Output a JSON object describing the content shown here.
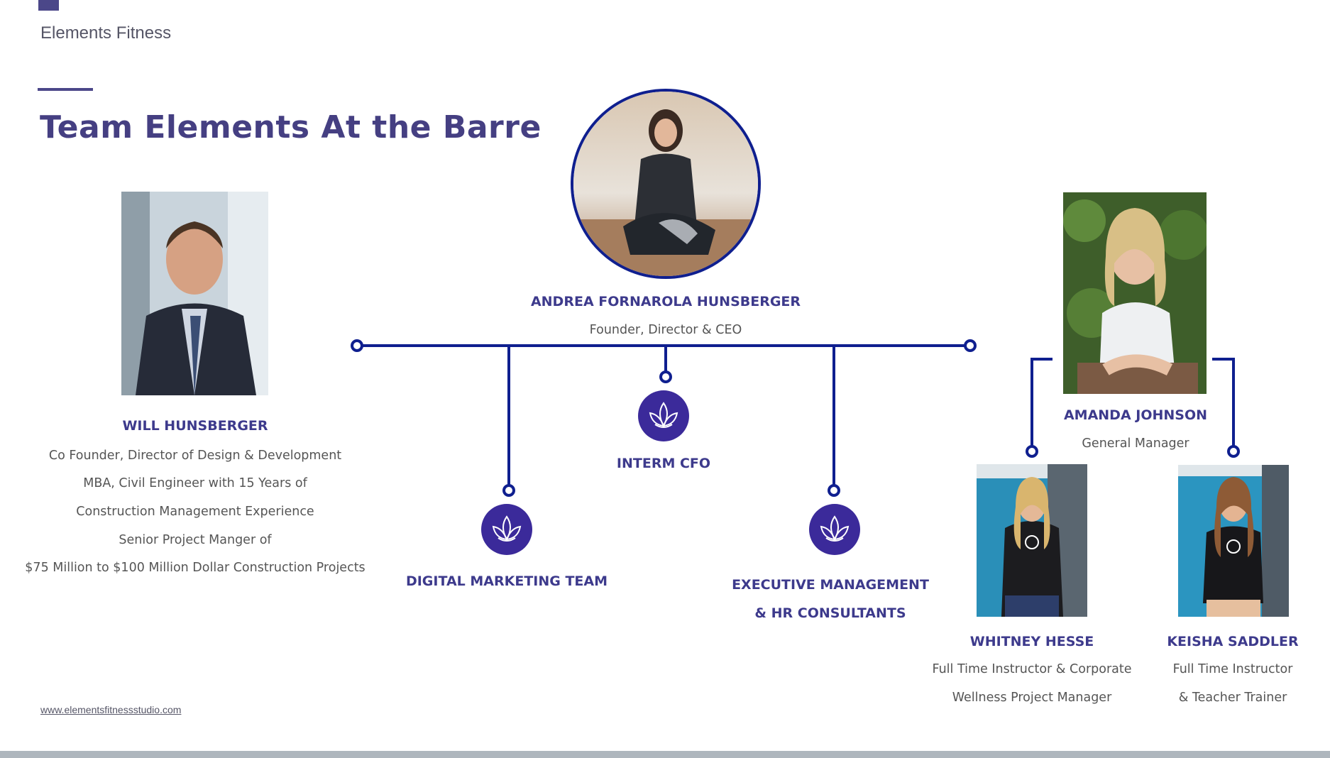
{
  "header": {
    "brand": "Elements Fitness",
    "title": "Team Elements At the Barre"
  },
  "ceo": {
    "name": "ANDREA FORNAROLA HUNSBERGER",
    "role": "Founder, Director & CEO"
  },
  "cofounder": {
    "name": "WILL HUNSBERGER",
    "lines": [
      "Co Founder, Director of Design & Development",
      "MBA, Civil Engineer with 15 Years of",
      "Construction Management Experience",
      "Senior Project Manger of",
      "$75 Million  to $100 Million Dollar Construction Projects"
    ]
  },
  "departments": {
    "cfo": "INTERM CFO",
    "marketing": "DIGITAL MARKETING TEAM",
    "exec_line1": "EXECUTIVE MANAGEMENT",
    "exec_line2": "& HR CONSULTANTS"
  },
  "gm": {
    "name": "AMANDA JOHNSON",
    "role": "General Manager"
  },
  "instructors": [
    {
      "name": "WHITNEY HESSE",
      "line1": "Full Time Instructor & Corporate",
      "line2": "Wellness Project Manager"
    },
    {
      "name": "KEISHA SADDLER",
      "line1": "Full Time Instructor",
      "line2": "& Teacher Trainer"
    }
  ],
  "footer": {
    "url": "www.elementsfitnessstudio.com"
  },
  "colors": {
    "accent": "#4b4789",
    "line": "#0f1f8f",
    "icon_fill": "#3b2a9a",
    "text_name": "#3d3a8c"
  },
  "icons": {
    "department": "lotus-icon"
  }
}
